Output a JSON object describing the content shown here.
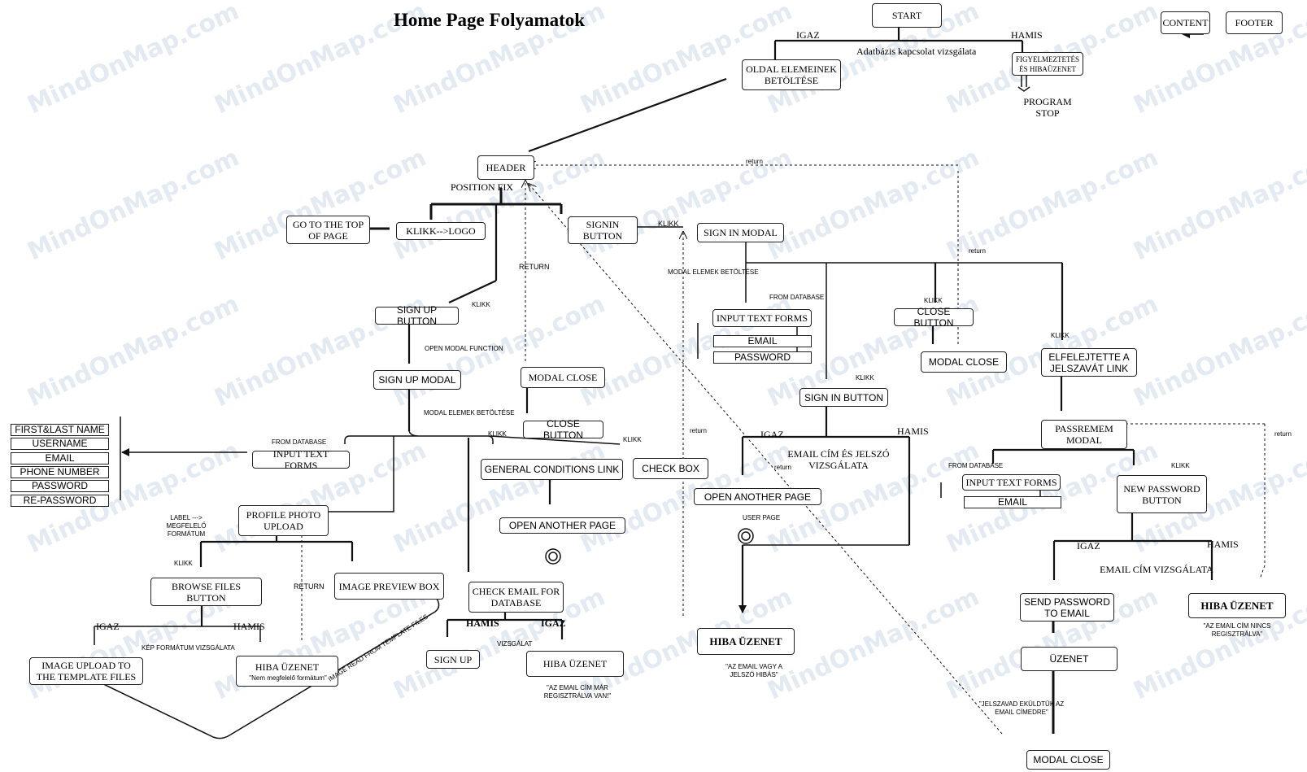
{
  "title": "Home Page Folyamatok",
  "watermark": "MindOnMap.com",
  "top_right": {
    "content": "CONTENT",
    "footer": "FOOTER"
  },
  "start_flow": {
    "start": "START",
    "check": "Adatbázis kapcsolat vizsgálata",
    "igaz": "IGAZ",
    "hamis": "HAMIS",
    "load_elements": "OLDAL ELEMEINEK BETÖLTÉSE",
    "warning": "FIGYELMEZTETÉS ÉS HIBAÜZENET",
    "program_stop": "PROGRAM STOP"
  },
  "header": {
    "header": "HEADER",
    "position_fix": "POSITION  FIX",
    "go_top": "GO TO THE TOP OF PAGE",
    "logo": "KLIKK-->LOGO",
    "signin_button": "SIGNIN BUTTON",
    "klikk": "KLIKK",
    "return_top": "return",
    "return_mid": "RETURN"
  },
  "signup": {
    "signup_button": "SIGN UP BUTTON",
    "klikk": "KLIKK",
    "open_modal_function": "OPEN MODAL FUNCTION",
    "signup_modal": "SIGN UP MODAL",
    "modal_elements": "MODAL ELEMEK BETÖLTÉSE",
    "from_database": "FROM DATABASE",
    "input_text_forms": "INPUT TEXT FORMS",
    "fields": [
      "FIRST&LAST NAME",
      "USERNAME",
      "EMAIL",
      "PHONE NUMBER",
      "PASSWORD",
      "RE-PASSWORD"
    ],
    "modal_close": "MODAL CLOSE",
    "close_button": "CLOSE BUTTON",
    "klikk_close": "KLIKK",
    "klikk_checkbox": "KLIKK",
    "check_box": "CHECK BOX",
    "general_conditions": "GENERAL CONDITIONS LINK",
    "open_another_page": "OPEN ANOTHER PAGE",
    "label_note": "LABEL ---> MEGFELELŐ FORMÁTUM",
    "profile_photo": "PROFILE PHOTO UPLOAD",
    "klikk_browse": "KLIKK",
    "browse_files": "BROWSE FILES BUTTON",
    "image_preview": "IMAGE PREVIEW BOX",
    "return": "RETURN",
    "igaz": "IGAZ",
    "hamis": "HAMIS",
    "format_check": "KÉP FORMÁTUM VIZSGÁLATA",
    "image_upload": "IMAGE UPLOAD TO THE TEMPLATE FILES",
    "hiba_uzenet": "HIBA ÜZENET",
    "hiba_note": "\"Nem megfelelő formátum\"",
    "image_read": "IMAGE READ FROM TEMPLATE FILES",
    "check_email": "CHECK EMAIL FOR DATABASE",
    "hamis2": "HAMIS",
    "igaz2": "IGAZ",
    "vizsgalat": "VIZSGÁLAT",
    "sign_up": "SIGN UP",
    "hiba_uzenet2": "HIBA ÜZENET",
    "email_registered": "\"AZ EMAIL CÍM MÁR REGISZTRÁLVA VAN!\""
  },
  "signin": {
    "signin_modal": "SIGN IN MODAL",
    "modal_elements": "MODAL ELEMEK BETÖLTÉSE",
    "from_database": "FROM DATABASE",
    "input_text_forms": "INPUT TEXT FORMS",
    "fields": [
      "EMAIL",
      "PASSWORD"
    ],
    "klikk": "KLIKK",
    "signin_button": "SIGN IN BUTTON",
    "igaz": "IGAZ",
    "hamis": "HAMIS",
    "check": "EMAIL CÍM  ÉS JELSZÓ VIZSGÁLATA",
    "return": "return",
    "open_another_page": "OPEN ANOTHER PAGE",
    "user_page": "USER PAGE",
    "return_left": "return",
    "hiba_uzenet": "HIBA ÜZENET",
    "hiba_note": "\"AZ EMAIL VAGY A JELSZÓ HIBÁS\"",
    "klikk_close": "KLIKK",
    "close_button": "CLOSE BUTTON",
    "modal_close": "MODAL CLOSE",
    "return_right": "return"
  },
  "forgot": {
    "klikk": "KLIKK",
    "link": "ELFELEJTETTE A JELSZAVÁT LINK",
    "modal": "PASSREMEM MODAL",
    "from_database": "FROM DATABASE",
    "input_text_forms": "INPUT TEXT FORMS",
    "field": "EMAIL",
    "klikk2": "KLIKK",
    "new_password": "NEW PASSWORD BUTTON",
    "igaz": "IGAZ",
    "hamis": "HAMIS",
    "check": "EMAIL CÍM VIZSGÁLATA",
    "send_password": "SEND PASSWORD TO EMAIL",
    "hiba_uzenet": "HIBA ÜZENET",
    "hiba_note": "\"AZ EMAIL CÍM NINCS REGISZTRÁLVA\"",
    "uzenet": "ÜZENET",
    "sent_note": "\"JELSZAVAD EKÜLDTÜK AZ EMAIL CÍMEDRE\"",
    "modal_close": "MODAL CLOSE",
    "return": "return"
  }
}
